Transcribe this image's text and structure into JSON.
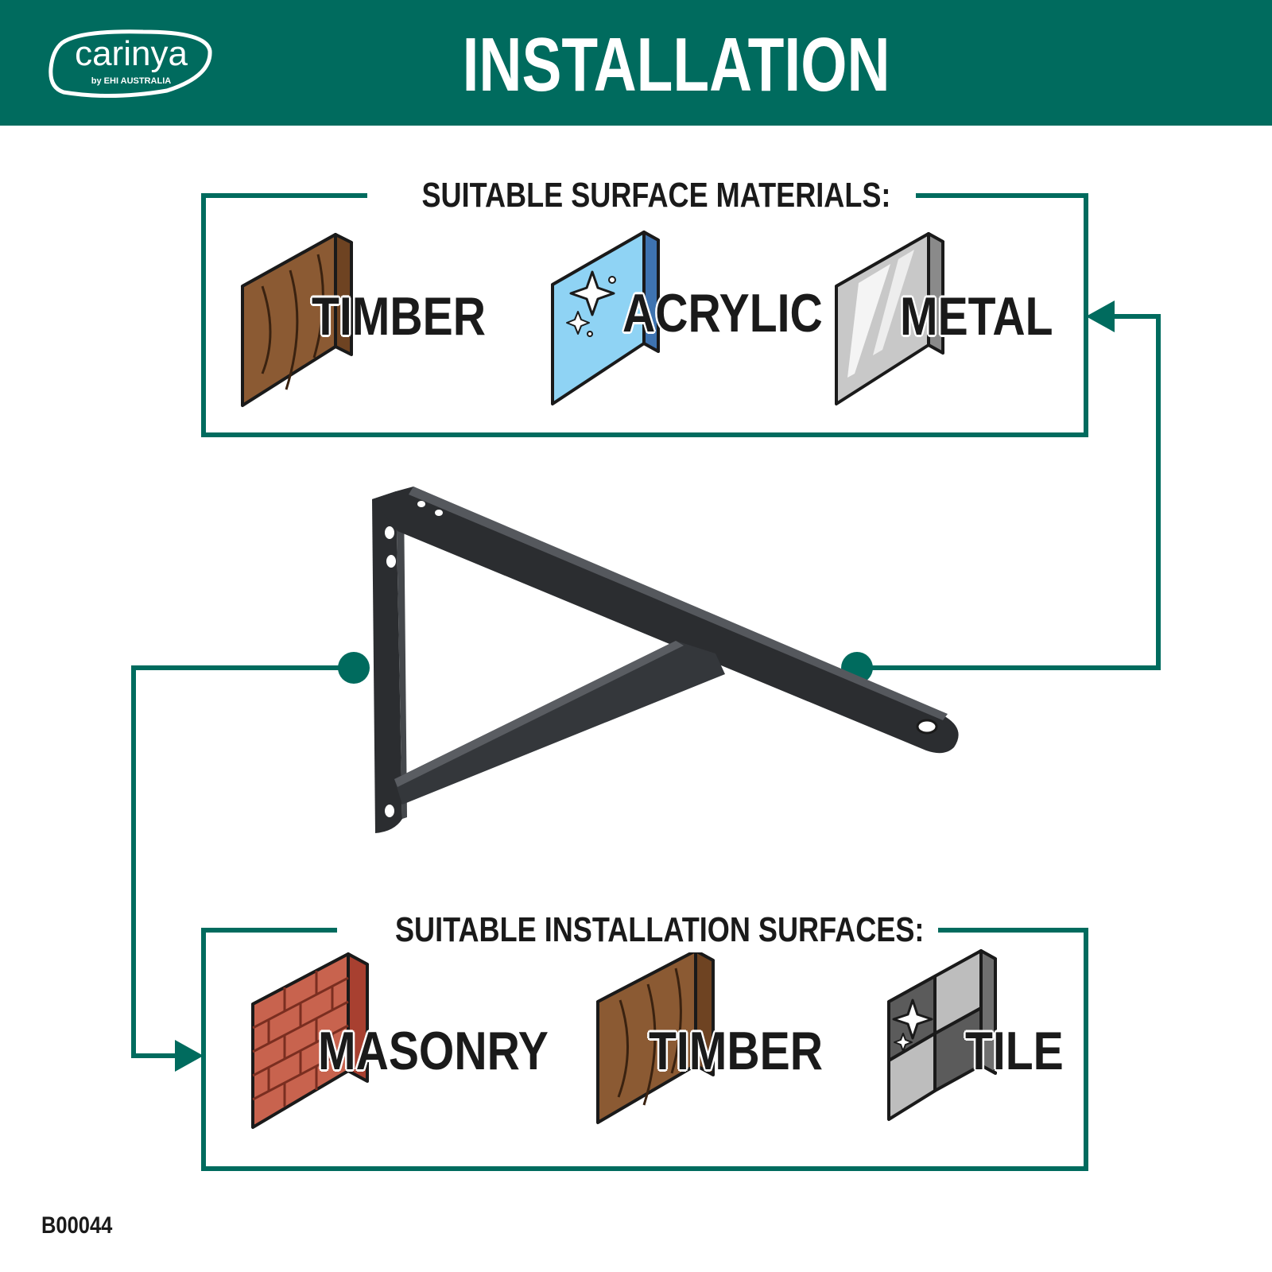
{
  "header": {
    "title": "INSTALLATION",
    "logo": {
      "word": "carinya",
      "subtext": "by EHI AUSTRALIA"
    },
    "background": "#006b5e"
  },
  "materials": {
    "title": "SUITABLE SURFACE MATERIALS:",
    "items": [
      {
        "label": "TIMBER",
        "icon": "timber-icon"
      },
      {
        "label": "ACRYLIC",
        "icon": "acrylic-icon"
      },
      {
        "label": "METAL",
        "icon": "metal-icon"
      }
    ]
  },
  "surfaces": {
    "title": "SUITABLE INSTALLATION SURFACES:",
    "items": [
      {
        "label": "MASONRY",
        "icon": "brick-icon"
      },
      {
        "label": "TIMBER",
        "icon": "timber-icon"
      },
      {
        "label": "TILE",
        "icon": "tile-icon"
      }
    ]
  },
  "product": {
    "icon": "shelf-bracket-icon",
    "color": "#2b2d30"
  },
  "product_code": "B00044",
  "colors": {
    "accent": "#006b5e",
    "text": "#1a1a1a",
    "wood": "#8b5a33",
    "acrylic": "#8fd3f4",
    "brick": "#c8634e",
    "tile": "#b9babc"
  }
}
